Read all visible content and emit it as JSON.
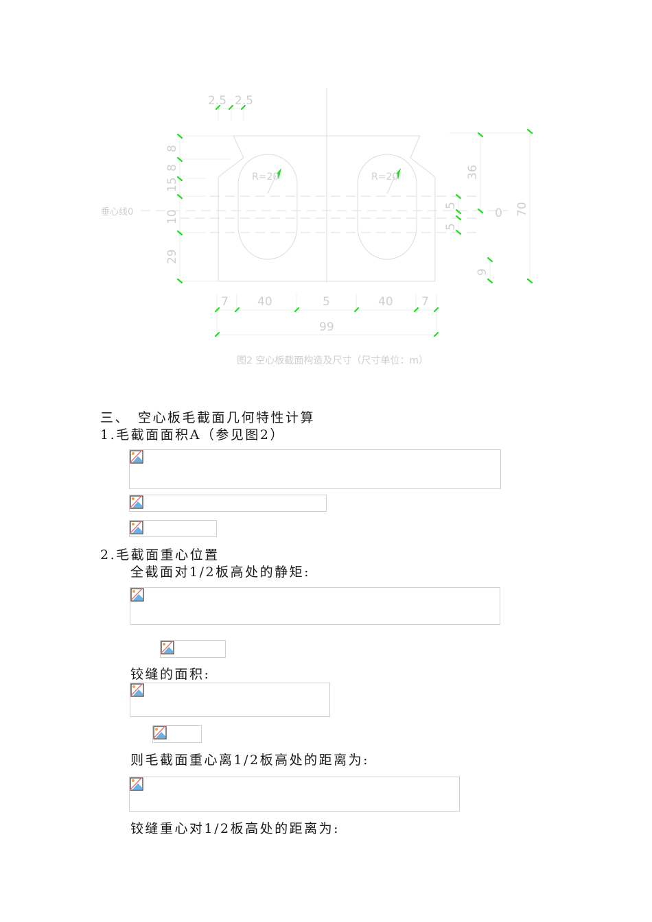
{
  "figure": {
    "caption": "图2 空心板截面构造及尺寸（尺寸单位：m）",
    "centroid_line_label": "垂心线0",
    "radius_labels": [
      "R=20",
      "R=20"
    ],
    "top_dims": [
      "2.5",
      "2.5"
    ],
    "left_dims": [
      "8",
      "8",
      "15",
      "10",
      "29"
    ],
    "right_inner_dims": [
      "5",
      "5"
    ],
    "right_dims": [
      "36",
      "0",
      "9",
      "70"
    ],
    "bottom_dims": [
      "7",
      "40",
      "5",
      "40",
      "7"
    ],
    "bottom_total": "99",
    "colors": {
      "line": "#d9d9d9",
      "tick": "#22dd22",
      "text": "#d0d0d0"
    }
  },
  "section": {
    "heading": "三、　空心板毛截面几何特性计算",
    "sub1": {
      "title": "1.毛截面面积A（参见图2）"
    },
    "sub2": {
      "title": "2.毛截面重心位置",
      "static_moment_label": "全截面对1/2板高处的静矩:",
      "hinge_area_label": "铰缝的面积:",
      "centroid_distance_label": "则毛截面重心离1/2板高处的距离为:",
      "hinge_centroid_label": "铰缝重心对1/2板高处的距离为:"
    }
  },
  "broken_images": [
    {
      "name": "formula-area-1"
    },
    {
      "name": "formula-area-2"
    },
    {
      "name": "formula-area-3"
    },
    {
      "name": "formula-static-moment"
    },
    {
      "name": "formula-static-moment-result"
    },
    {
      "name": "formula-hinge-area"
    },
    {
      "name": "formula-hinge-area-result"
    },
    {
      "name": "formula-centroid-distance"
    }
  ]
}
